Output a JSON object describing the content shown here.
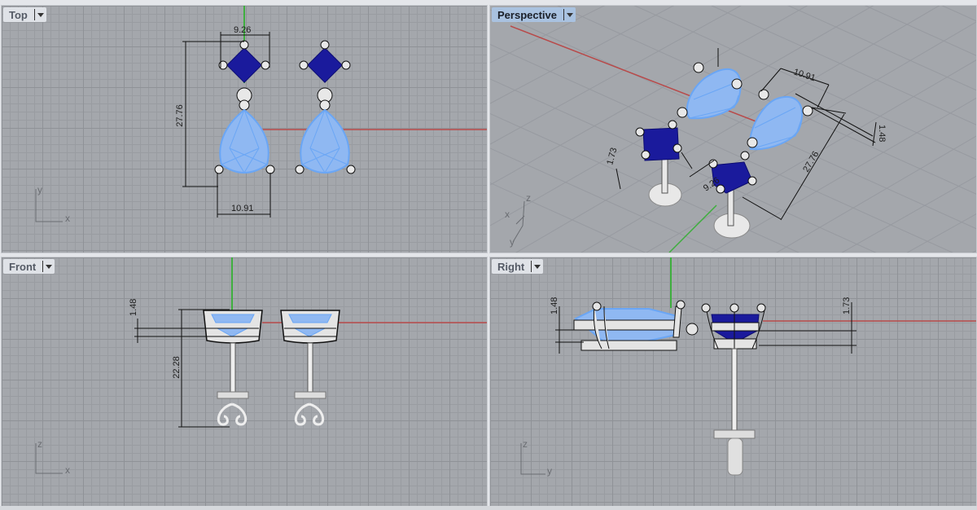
{
  "viewports": {
    "top": {
      "title": "Top",
      "dims": {
        "width_square": "9.26",
        "height_total": "27.76",
        "width_pear": "10.91"
      },
      "axes": {
        "v": "y",
        "h": "x"
      }
    },
    "perspective": {
      "title": "Perspective",
      "dims": {
        "pear_width": "10.91",
        "total": "27.76",
        "pear_height": "1.48",
        "square_width": "9.26",
        "square_height": "1.73"
      },
      "axes": {
        "a": "x",
        "b": "z",
        "c": "y"
      }
    },
    "front": {
      "title": "Front",
      "dims": {
        "pear_height": "1.48",
        "total_height": "22.28"
      },
      "axes": {
        "v": "z",
        "h": "x"
      }
    },
    "right": {
      "title": "Right",
      "dims": {
        "pear_height": "1.48",
        "square_height": "1.73"
      },
      "axes": {
        "v": "z",
        "h": "y"
      }
    }
  },
  "colors": {
    "sapphire": "#1a1a9c",
    "pear": "#8fb8f2",
    "pear_edge": "#6aa6f5",
    "metal": "#e8e8e8",
    "x_axis": "#b84a4a",
    "y_axis": "#3fae3f"
  }
}
